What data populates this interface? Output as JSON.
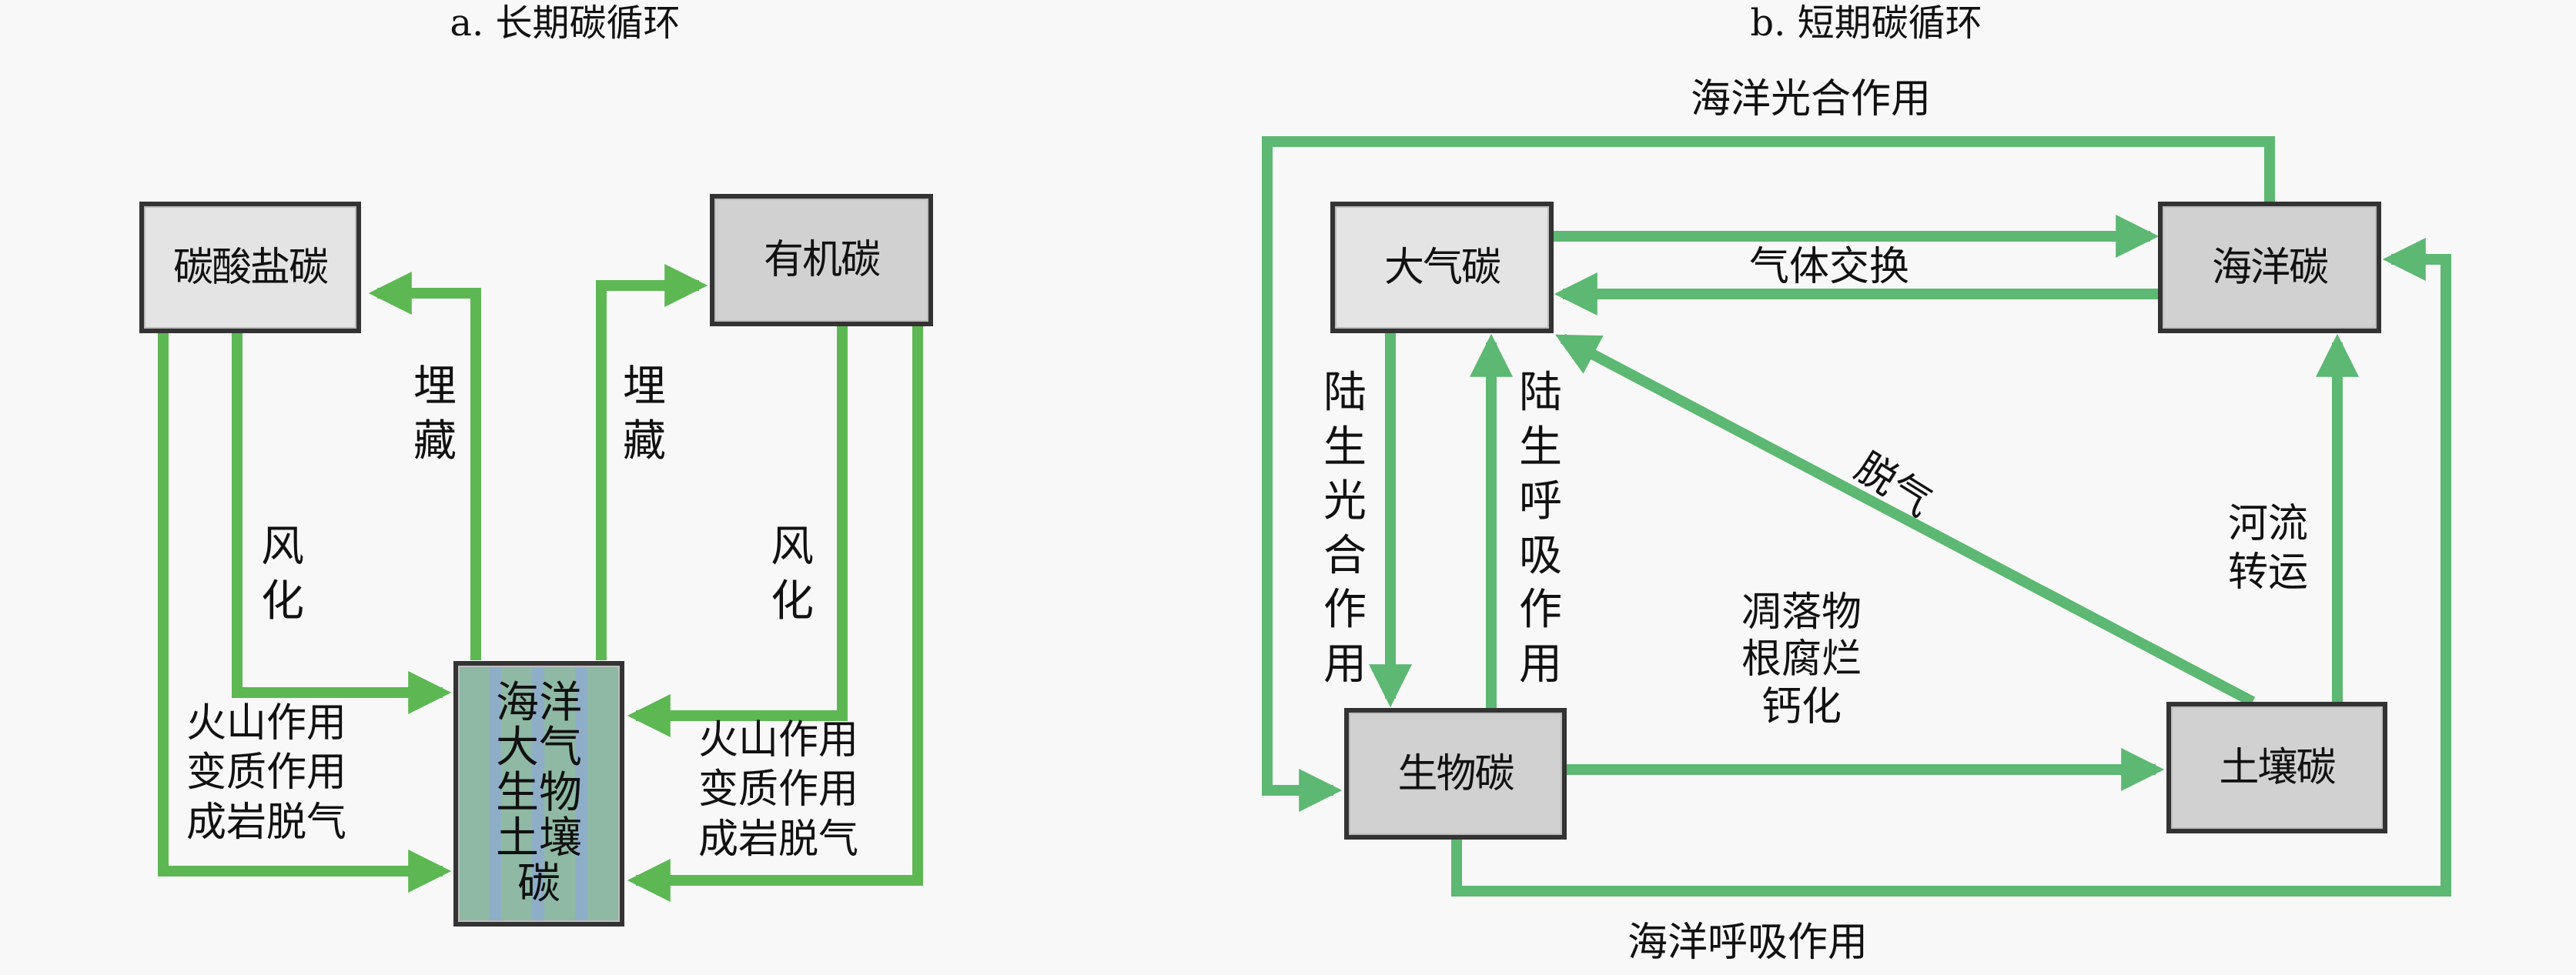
{
  "panel_a": {
    "title": "a. 长期碳循环",
    "nodes": {
      "carbonate": "碳酸盐碳",
      "organic": "有机碳",
      "center": [
        "海洋",
        "大气",
        "生物",
        "土壤",
        "碳"
      ]
    },
    "labels": {
      "burial_left": "埋藏",
      "burial_right": "埋藏",
      "weathering_left": "风化",
      "weathering_right": "风化",
      "outgassing_left": "火山作用\n变质作用\n成岩脱气",
      "outgassing_right": "火山作用\n变质作用\n成岩脱气"
    }
  },
  "panel_b": {
    "title": "b. 短期碳循环",
    "nodes": {
      "atmosphere": "大气碳",
      "ocean": "海洋碳",
      "biosphere": "生物碳",
      "soil": "土壤碳"
    },
    "labels": {
      "ocean_photosynthesis": "海洋光合作用",
      "gas_exchange": "气体交换",
      "land_photosynthesis": "陆生光合作用",
      "land_respiration": "陆生呼吸作用",
      "degassing": "脱气",
      "river_transport": "河流转运",
      "litter": "凋落物\n根腐烂\n钙化",
      "ocean_respiration": "海洋呼吸作用"
    }
  },
  "colors": {
    "background": "#f8f8f8",
    "arrow_a": "#5db853",
    "arrow_b": "#5cb872",
    "box_border": "#333333",
    "box_light": "#e4e4e4",
    "box_mid": "#d1d1d1",
    "center_box": "#8fb9a4"
  }
}
